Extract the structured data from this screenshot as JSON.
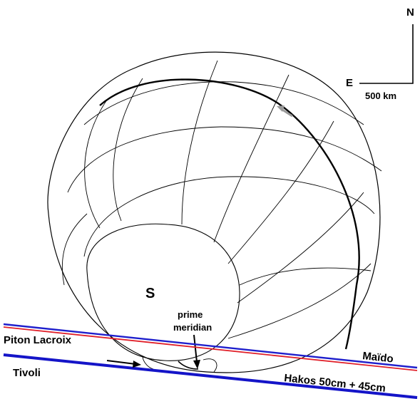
{
  "compass": {
    "north_label": "N",
    "east_label": "E",
    "scale_label": "500 km"
  },
  "body": {
    "pole_label": "S",
    "prime_meridian_label_line1": "prime",
    "prime_meridian_label_line2": "meridian"
  },
  "chords": {
    "upper_left_label": "Piton Lacroix",
    "upper_right_label": "Maïdo",
    "lower_left_label": "Tivoli",
    "lower_right_label": "Hakos 50cm + 45cm",
    "upper_chord_colors": [
      "#1f1fcc",
      "#e0202a"
    ],
    "lower_chord_color": "#1414c8"
  },
  "colors": {
    "outline": "#000000",
    "motion_arrow": "#9a9a9a"
  }
}
